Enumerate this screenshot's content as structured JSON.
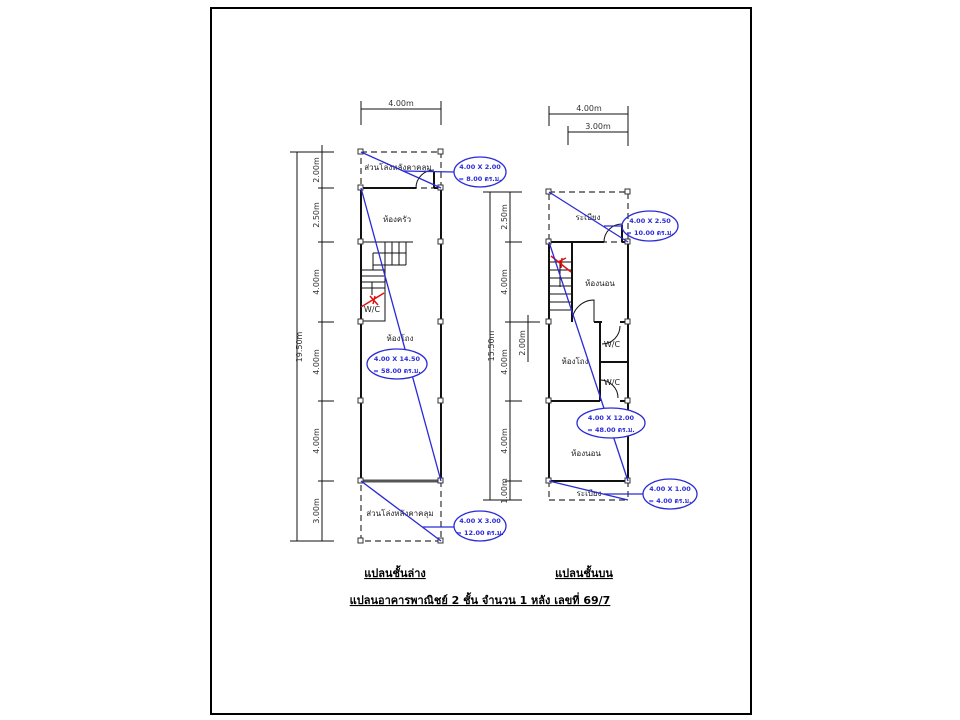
{
  "lower_plan": {
    "title": "แปลนชั้นล่าง",
    "width_dim": "4.00m",
    "total_dim": "19.50m",
    "segment_dims": [
      "2.00m",
      "2.50m",
      "4.00m",
      "4.00m",
      "4.00m",
      "3.00m"
    ],
    "rooms": {
      "rear_open": "ส่วนโล่งหลังคาคลุม",
      "kitchen": "ห้องครัว",
      "wc": "W/C",
      "hall": "ห้องโถง",
      "front_open": "ส่วนโล่งหลังคาคลุม"
    },
    "areas": [
      {
        "dims": "4.00 X 2.00",
        "area": "= 8.00 ตร.ม."
      },
      {
        "dims": "4.00 X 14.50",
        "area": "= 58.00 ตร.ม."
      },
      {
        "dims": "4.00 X 3.00",
        "area": "= 12.00 ตร.ม."
      }
    ]
  },
  "upper_plan": {
    "title": "แปลนชั้นบน",
    "width_dim": "4.00m",
    "inner_width_dim": "3.00m",
    "total_dim": "15.50m",
    "segment_dims": [
      "2.50m",
      "4.00m",
      "4.00m",
      "4.00m",
      "1.00m"
    ],
    "wc_dim": "2.00m",
    "rooms": {
      "rear_balcony": "ระเบียง",
      "bedroom1": "ห้องนอน",
      "wc1": "W/C",
      "hall": "ห้องโถง",
      "wc2": "W/C",
      "bedroom2": "ห้องนอน",
      "front_balcony": "ระเบียง"
    },
    "areas": [
      {
        "dims": "4.00 X 2.50",
        "area": "= 10.00 ตร.ม."
      },
      {
        "dims": "4.00 X 12.00",
        "area": "= 48.00 ตร.ม."
      },
      {
        "dims": "4.00 X 1.00",
        "area": "= 4.00 ตร.ม."
      }
    ]
  },
  "main_title": "แปลนอาคารพาณิชย์ 2 ชั้น จำนวน 1 หลัง เลขที่ 69/7",
  "colors": {
    "annotation": "#2a2ad6",
    "stair_mark": "#e01010"
  }
}
